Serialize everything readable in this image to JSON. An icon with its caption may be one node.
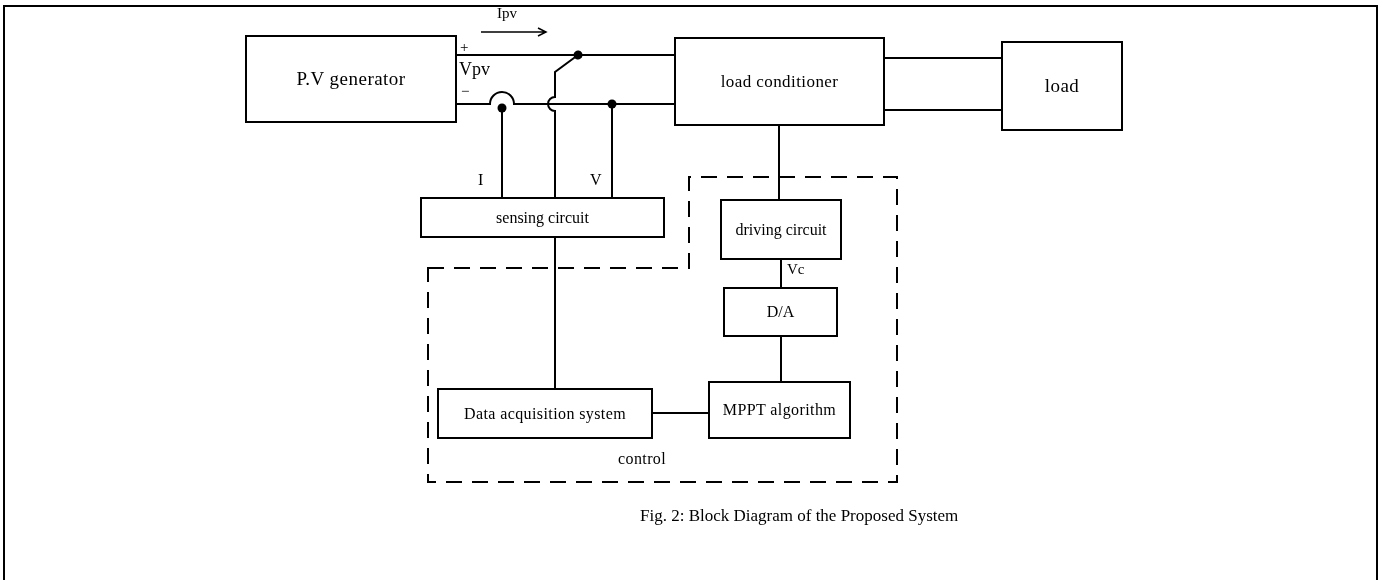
{
  "diagram": {
    "caption": "Fig. 2: Block Diagram of the Proposed System",
    "nodes": [
      {
        "text": [
          "P.V generator"
        ]
      },
      {
        "text": [
          "load conditioner"
        ]
      },
      {
        "text": [
          "load"
        ]
      },
      {
        "text": [
          "sensing circuit"
        ]
      },
      {
        "text": [
          "control"
        ]
      },
      {
        "text": [
          "driving circuit"
        ],
        "in": 4
      },
      {
        "text": [
          "D/A"
        ],
        "in": 4
      },
      {
        "text": [
          "Data acquisition system"
        ],
        "in": 4
      },
      {
        "text": [
          "MPPT algorithm"
        ],
        "in": 4
      }
    ],
    "edges": [
      {
        "from": 0,
        "to": 1,
        "arrow": "none"
      },
      {
        "from": 0,
        "to": 1,
        "arrow": "none"
      },
      {
        "from": 1,
        "to": 2,
        "arrow": "none"
      },
      {
        "from": 1,
        "to": 2,
        "arrow": "none"
      },
      {
        "from": 1,
        "to": 5,
        "arrow": "none"
      },
      {
        "from": 5,
        "to": 6,
        "arrow": "none",
        "label": "Vc"
      },
      {
        "from": 6,
        "to": 8,
        "arrow": "none"
      },
      {
        "from": 7,
        "to": 8,
        "arrow": "none"
      },
      {
        "from": 3,
        "to": 7,
        "arrow": "none"
      },
      {
        "from": 3,
        "to": null,
        "arrow": "other"
      },
      {
        "from": 3,
        "to": null,
        "arrow": "other"
      },
      {
        "from": 3,
        "to": null,
        "arrow": "other"
      }
    ],
    "labels": [
      "Ipv",
      "+",
      "Vpv",
      "−",
      "I",
      "V"
    ]
  }
}
